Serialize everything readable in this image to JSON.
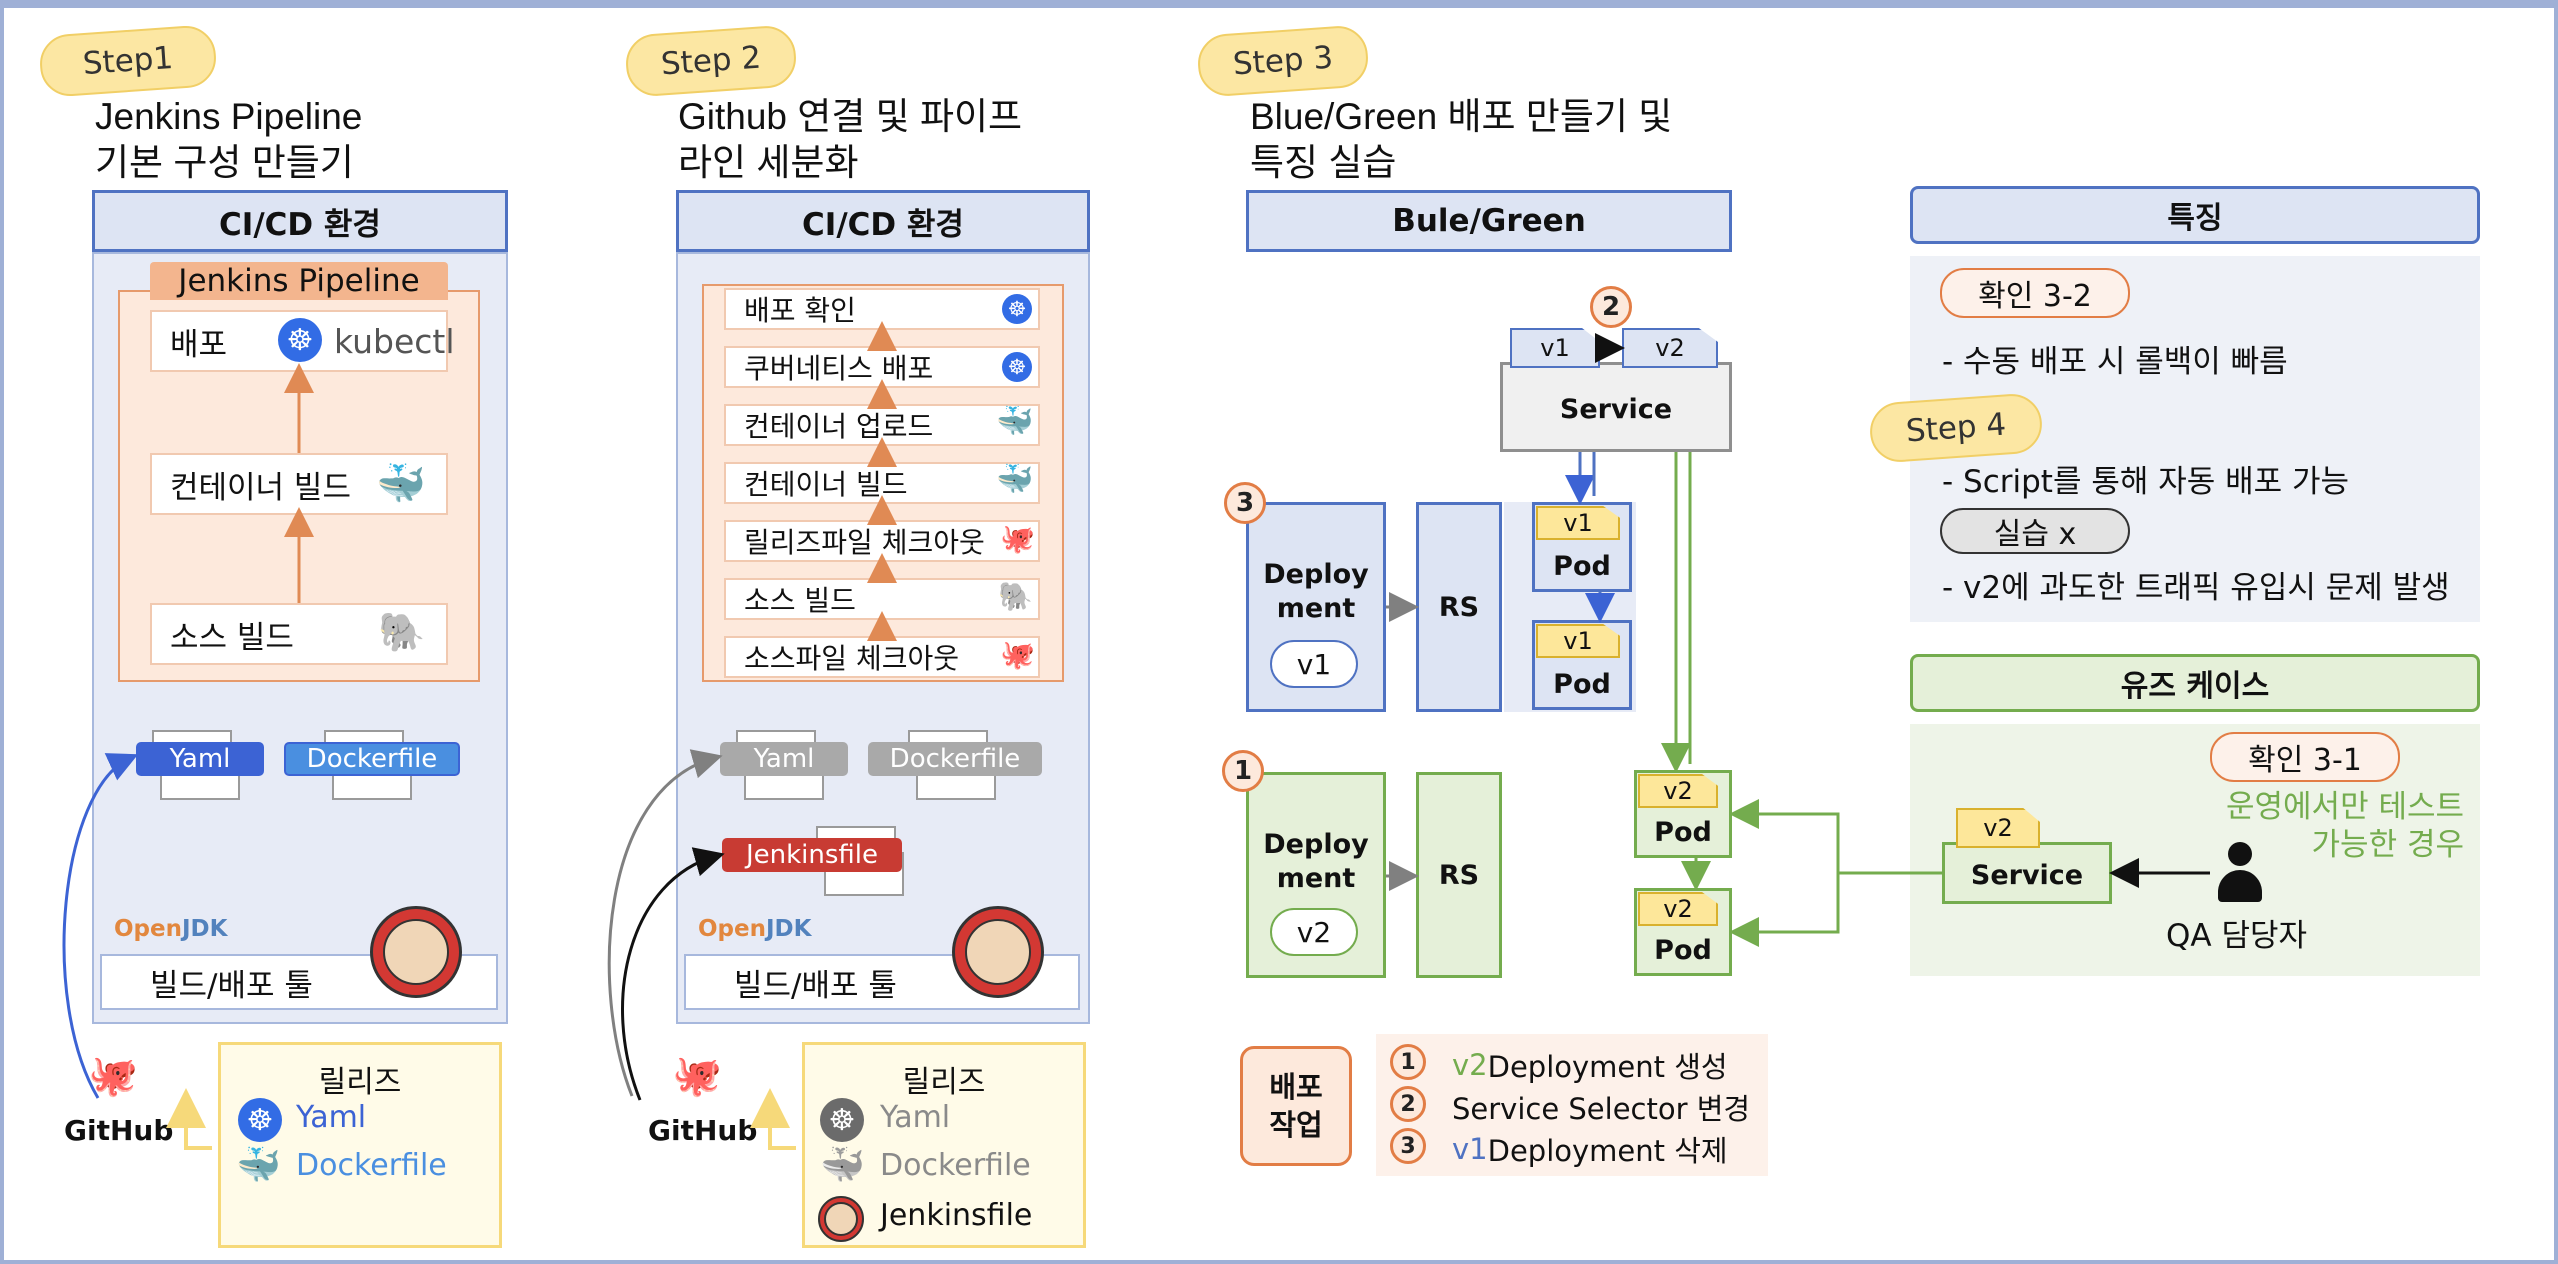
{
  "colors": {
    "blue": "#4f72c2",
    "green": "#74ac4e",
    "orange": "#e27d45",
    "yellow": "#fde79a",
    "frame": "#9fb0d6"
  },
  "step1": {
    "badge": "Step1",
    "title_line1": "Jenkins Pipeline",
    "title_line2": "기본 구성 만들기",
    "env_header": "CI/CD 환경",
    "pipeline_header": "Jenkins Pipeline",
    "stages": [
      {
        "label": "배포",
        "icon": "kubernetes-icon"
      },
      {
        "label": "컨테이너 빌드",
        "icon": "docker-icon"
      },
      {
        "label": "소스 빌드",
        "icon": "gradle-icon"
      }
    ],
    "kubectl": "kubectl",
    "files": [
      "Yaml",
      "Dockerfile"
    ],
    "openjdk_open": "Open",
    "openjdk_jdk": "JDK",
    "tool_label": "빌드/배포 툴",
    "github": "GitHub",
    "release": {
      "title": "릴리즈",
      "items": [
        "Yaml",
        "Dockerfile"
      ]
    }
  },
  "step2": {
    "badge": "Step 2",
    "title_line1": "Github 연결 및 파이프",
    "title_line2": "라인 세분화",
    "env_header": "CI/CD 환경",
    "stages": [
      {
        "label": "배포 확인",
        "icon": "kubernetes-icon"
      },
      {
        "label": "쿠버네티스 배포",
        "icon": "kubernetes-icon"
      },
      {
        "label": "컨테이너 업로드",
        "icon": "docker-icon"
      },
      {
        "label": "컨테이너 빌드",
        "icon": "docker-icon"
      },
      {
        "label": "릴리즈파일 체크아웃",
        "icon": "github-icon"
      },
      {
        "label": "소스 빌드",
        "icon": "gradle-icon"
      },
      {
        "label": "소스파일 체크아웃",
        "icon": "github-icon"
      }
    ],
    "files": [
      "Yaml",
      "Dockerfile"
    ],
    "jenkinsfile": "Jenkinsfile",
    "openjdk_open": "Open",
    "openjdk_jdk": "JDK",
    "tool_label": "빌드/배포 툴",
    "github": "GitHub",
    "release": {
      "title": "릴리즈",
      "items": [
        "Yaml",
        "Dockerfile",
        "Jenkinsfile"
      ]
    }
  },
  "step3": {
    "badge": "Step 3",
    "title_line1": "Blue/Green 배포 만들기 및",
    "title_line2": "특징 실습",
    "bg_header": "Bule/Green",
    "service": "Service",
    "v1": "v1",
    "v2": "v2",
    "deployment_line1": "Deploy",
    "deployment_line2": "ment",
    "rs": "RS",
    "pod": "Pod",
    "num1": "1",
    "num2": "2",
    "num3": "3",
    "deploy_work_line1": "배포",
    "deploy_work_line2": "작업",
    "tasks": [
      {
        "num": "1",
        "prefix": "v2",
        "text": " Deployment 생성"
      },
      {
        "num": "2",
        "prefix": "",
        "text": "Service Selector 변경"
      },
      {
        "num": "3",
        "prefix": "v1",
        "text": " Deployment 삭제"
      }
    ]
  },
  "features": {
    "header": "특징",
    "confirm": "확인 3-2",
    "note1": "- 수동 배포 시 롤백이 빠름",
    "step4": "Step 4",
    "note2": "- Script를 통해 자동 배포 가능",
    "practice": "실습 x",
    "note3": "- v2에 과도한 트래픽 유입시 문제 발생"
  },
  "usecase": {
    "header": "유즈 케이스",
    "confirm": "확인 3-1",
    "text_line1": "운영에서만 테스트",
    "text_line2": "가능한 경우",
    "service": "Service",
    "v2": "v2",
    "qa": "QA 담당자"
  }
}
